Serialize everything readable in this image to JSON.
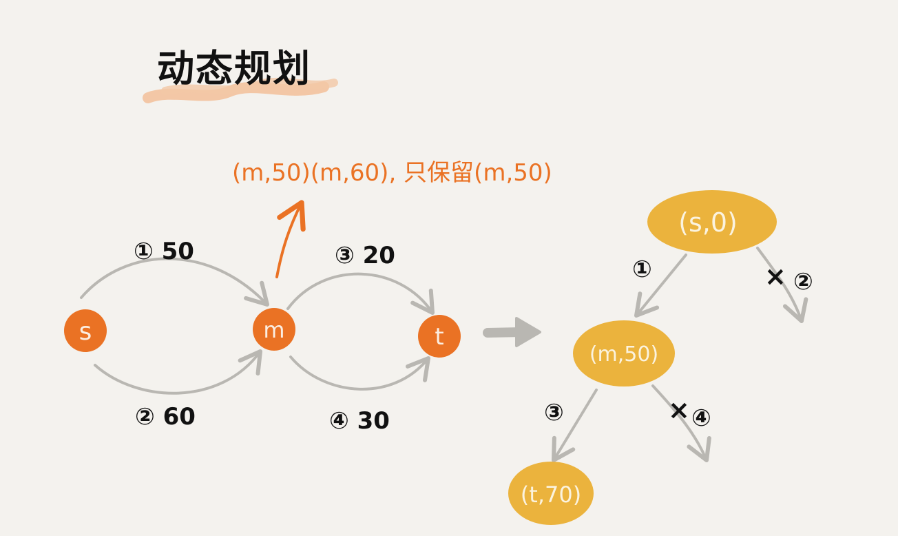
{
  "title": "动态规划",
  "annotation": "(m,50)(m,60), 只保留(m,50)",
  "graph": {
    "nodes": {
      "s": "s",
      "m": "m",
      "t": "t"
    },
    "edges": {
      "e1": "① 50",
      "e2": "② 60",
      "e3": "③ 20",
      "e4": "④ 30"
    }
  },
  "tree": {
    "nodes": {
      "root": "(s,0)",
      "mid": "(m,50)",
      "leaf": "(t,70)"
    },
    "branches": {
      "b1": "①",
      "b2": "②",
      "b3": "③",
      "b4": "④"
    },
    "pruned_marker": "×"
  },
  "colors": {
    "background": "#f4f2ee",
    "node_fill": "#ea7224",
    "tree_node_fill": "#ebb33d",
    "tree_text": "#fbf3df",
    "edge": "#b9b7b2",
    "annotation": "#ea7224",
    "highlight": "#f3c09a",
    "ink": "#111111"
  }
}
